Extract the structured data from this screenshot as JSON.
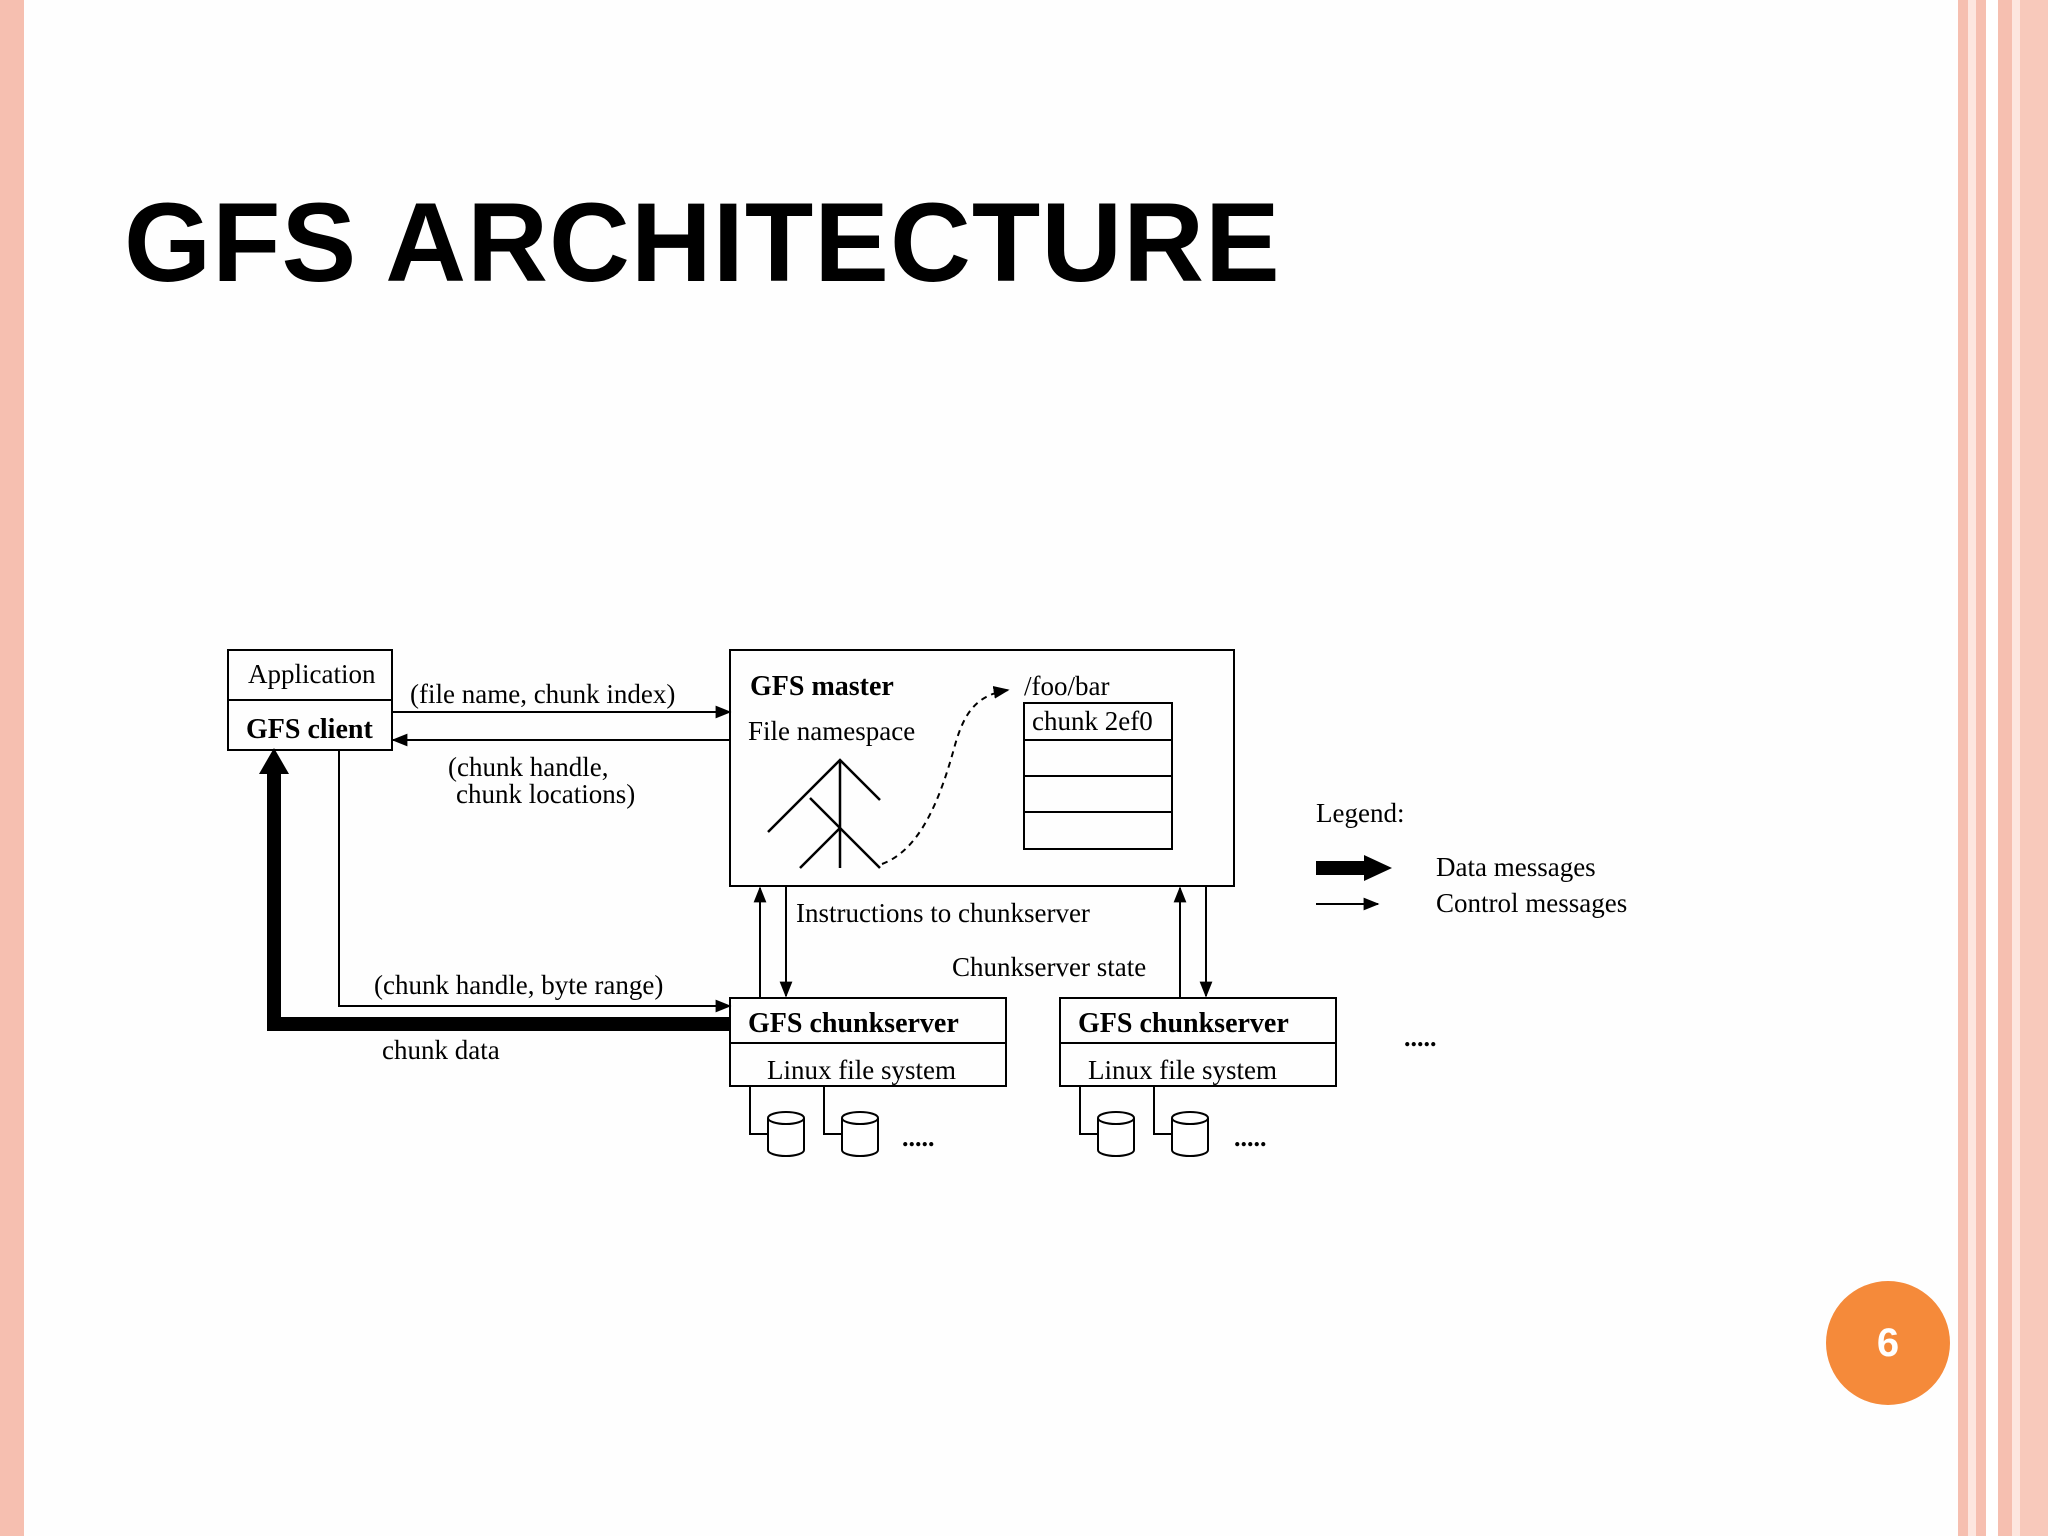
{
  "slide": {
    "title": "GFS ARCHITECTURE",
    "page_number": "6"
  },
  "colors": {
    "accent": "#f58a3a",
    "border_pink": "#f6bfb0"
  },
  "diagram": {
    "application_label": "Application",
    "gfs_client_label": "GFS client",
    "msg_file_name_chunk_index": "(file name, chunk index)",
    "msg_chunk_handle_line1": "(chunk handle,",
    "msg_chunk_handle_line2": "chunk locations)",
    "gfs_master_label": "GFS master",
    "file_namespace_label": "File namespace",
    "file_path": "/foo/bar",
    "chunk_id": "chunk 2ef0",
    "legend_title": "Legend:",
    "legend_data": "Data messages",
    "legend_control": "Control messages",
    "instructions_label": "Instructions to chunkserver",
    "chunkserver_state_label": "Chunkserver state",
    "msg_chunk_handle_byte_range": "(chunk handle, byte range)",
    "chunk_data_label": "chunk data",
    "chunkserver_label": "GFS chunkserver",
    "linux_fs_label": "Linux file system",
    "ellipsis": "....."
  }
}
